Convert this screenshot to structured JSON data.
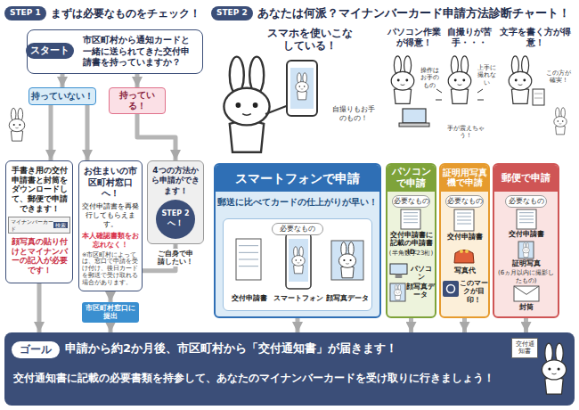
{
  "diagram": {
    "nodes": [
      {
        "text": [
          "STEP 1",
          "まずは必要なものをチェック！"
        ]
      },
      {
        "text": [
          "STEP 2",
          "あなたは何派？マイナンバーカード申請方法診断チャート！"
        ]
      },
      {
        "text": [
          "スタート",
          "市区町村から通知カードと一緒に送られてきた交付申請書を持っていますか？"
        ]
      },
      {
        "text": [
          "持っていない！"
        ]
      },
      {
        "text": [
          "持っている！"
        ]
      },
      {
        "text": [
          "手書き用の交付申請書と封筒をダウンロードして、郵便で申請できます！",
          "顔写真の貼り付けとマイナンバーの記入が必要です！"
        ]
      },
      {
        "text": [
          "マイナンバーカード",
          "検索"
        ],
        "in": 5
      },
      {
        "text": [
          "お住まいの市区町村窓口へ！",
          "交付申請書を再発行してもらえます。",
          "本人確認書類をお忘れなく！",
          "※市区町村によっては、窓口で申請を受け付け、後日カードを郵送で受け取れる場合があります。"
        ]
      },
      {
        "text": [
          "4つの方法から申請ができます！"
        ]
      },
      {
        "text": [
          "STEP 2",
          "へ！"
        ],
        "in": 8
      },
      {
        "text": [
          "市区町村窓口に提出"
        ]
      },
      {
        "text": [
          "スマートフォンで申請",
          "郵送に比べてカードの仕上がりが早い！"
        ]
      },
      {
        "text": [
          "必要なもの",
          "交付申請書",
          "スマートフォン",
          "顔写真データ"
        ],
        "in": 11
      },
      {
        "text": [
          "パソコンで申請",
          "必要なもの",
          "交付申請書に記載の申請書ID",
          "(半角数字23桁)",
          "パソコン",
          "顔写真データ"
        ]
      },
      {
        "text": [
          "証明用写真機で申請",
          "必要なもの",
          "交付申請書",
          "写真代",
          "このマークが目印！"
        ]
      },
      {
        "text": [
          "郵便で申請",
          "必要なもの",
          "交付申請書",
          "証明写真",
          "(6ヵ月以内に撮影したもの)",
          "封筒"
        ]
      },
      {
        "text": [
          "ゴール",
          "申請から約2か月後、市区町村から「交付通知書」が届きます！",
          "交付通知書に記載の必要書類を持参して、あなたのマイナンバーカードを受け取りに行きましょう！"
        ]
      }
    ],
    "edges": [
      {
        "from": 2,
        "to": 3,
        "arrow": "to"
      },
      {
        "from": 2,
        "to": 4,
        "arrow": "to"
      },
      {
        "from": 3,
        "to": 5,
        "arrow": "to"
      },
      {
        "from": 3,
        "to": 7,
        "arrow": "to"
      },
      {
        "from": 4,
        "to": 8,
        "arrow": "to"
      },
      {
        "from": 7,
        "to": 8,
        "label": "ご自身で申請したい！",
        "arrow": "to"
      },
      {
        "from": 7,
        "to": 10,
        "arrow": "to"
      },
      {
        "from": 5,
        "to": 16,
        "arrow": "to"
      },
      {
        "from": 10,
        "to": 16,
        "arrow": "to"
      },
      {
        "from": 11,
        "to": 16,
        "arrow": "to"
      },
      {
        "from": 13,
        "to": 16,
        "arrow": "to"
      },
      {
        "from": 14,
        "to": 16,
        "arrow": "to"
      },
      {
        "from": 15,
        "to": 16,
        "arrow": "to"
      }
    ],
    "labels": [
      "スマホを使いこなしている！",
      "自撮りもお手のもの！",
      "パソコン作業が得意！",
      "操作はお手のもの",
      "自撮りが苦手・・・",
      "上手に撮れない",
      "手が震えちゃう！",
      "文字を書く方が得意！",
      "この方が確実！",
      "交付通知書"
    ]
  }
}
